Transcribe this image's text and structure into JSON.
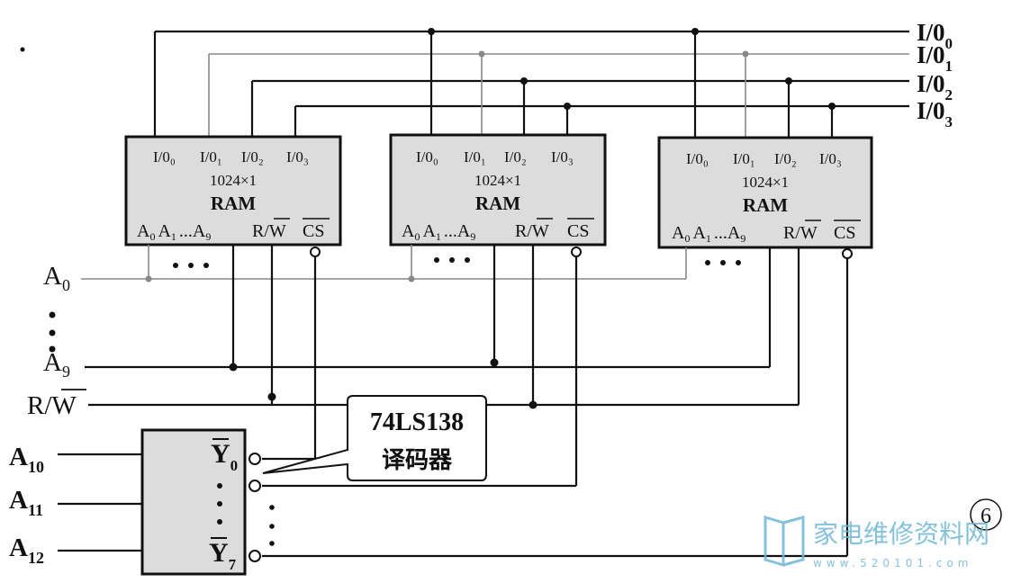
{
  "io_lines": [
    "I/0",
    "I/0",
    "I/0",
    "I/0"
  ],
  "io_subscripts": [
    "0",
    "1",
    "2",
    "3"
  ],
  "ram_chip": {
    "pins_top": [
      "I/0₀",
      "I/0₁",
      "I/0₂",
      "I/0₃"
    ],
    "capacity": "1024×1",
    "type": "RAM",
    "pins_bottom": {
      "a0": "A",
      "a0_sub": "0",
      "a1": "A",
      "a1_sub": "1",
      "ellipsis": "...",
      "a9": "A",
      "a9_sub": "9",
      "rw": "R/W",
      "cs": "CS"
    }
  },
  "bus_labels": {
    "a0": "A",
    "a0_sub": "0",
    "a9": "A",
    "a9_sub": "9",
    "rw": "R/W"
  },
  "decoder": {
    "inputs": [
      {
        "label": "A",
        "sub": "10"
      },
      {
        "label": "A",
        "sub": "11"
      },
      {
        "label": "A",
        "sub": "12"
      }
    ],
    "y0": "Y",
    "y0_sub": "0",
    "y7": "Y",
    "y7_sub": "7"
  },
  "callout": {
    "line1": "74LS138",
    "line2": "译码器"
  },
  "figure_number": "6",
  "watermark": {
    "brand": "家电维修资料网",
    "url": "www.520101.com"
  },
  "colors": {
    "wire": "#111111",
    "chip_fill": "#dcdcdc",
    "watermark": "#6fb7d6"
  }
}
